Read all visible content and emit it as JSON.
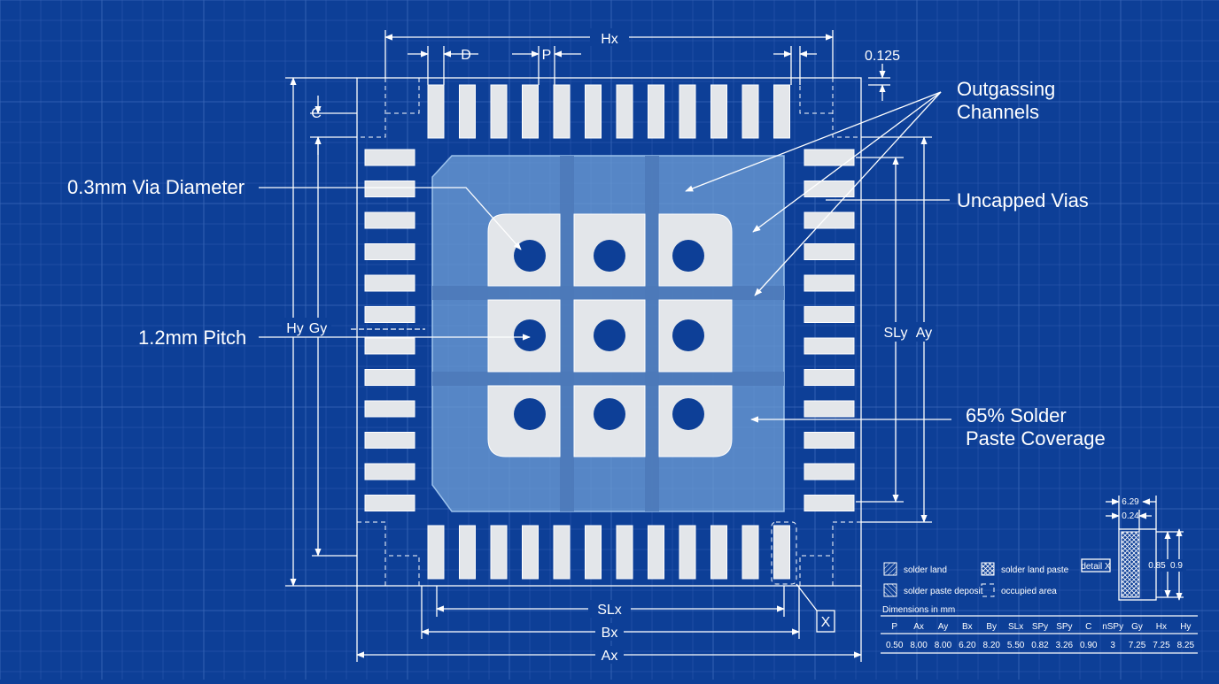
{
  "callouts": {
    "via_diameter": "0.3mm Via Diameter",
    "pitch": "1.2mm Pitch",
    "outgassing_line1": "Outgassing",
    "outgassing_line2": "Channels",
    "uncapped_vias": "Uncapped Vias",
    "coverage_line1": "65% Solder",
    "coverage_line2": "Paste Coverage"
  },
  "dimensions": {
    "hx": "Hx",
    "d": "D",
    "p": "P",
    "offset": "0.125",
    "c": "C",
    "hy": "Hy",
    "gy": "Gy",
    "sly": "SLy",
    "ay": "Ay",
    "slx": "SLx",
    "bx": "Bx",
    "ax": "Ax",
    "x_marker": "X"
  },
  "detail": {
    "label": "detail X",
    "w_outer": "6.29",
    "w_inner": "0.24",
    "h_inner": "0.85",
    "h_outer": "0.9"
  },
  "legend": {
    "items": [
      "solder land",
      "solder land paste",
      "solder paste deposit",
      "occupied area"
    ]
  },
  "table": {
    "caption": "Dimensions in mm",
    "headers": [
      "P",
      "Ax",
      "Ay",
      "Bx",
      "By",
      "SLx",
      "SPy",
      "SPy",
      "C",
      "nSPy",
      "Gy",
      "Hx",
      "Hy"
    ],
    "values": [
      "0.50",
      "8.00",
      "8.00",
      "6.20",
      "8.20",
      "5.50",
      "0.82",
      "3.26",
      "0.90",
      "3",
      "7.25",
      "7.25",
      "8.25"
    ]
  },
  "colors": {
    "background": "#0d3f97",
    "grid": "#3a67b8",
    "pad": "#e3e6ea",
    "paste": "#6f9fd6",
    "line": "#ffffff"
  }
}
